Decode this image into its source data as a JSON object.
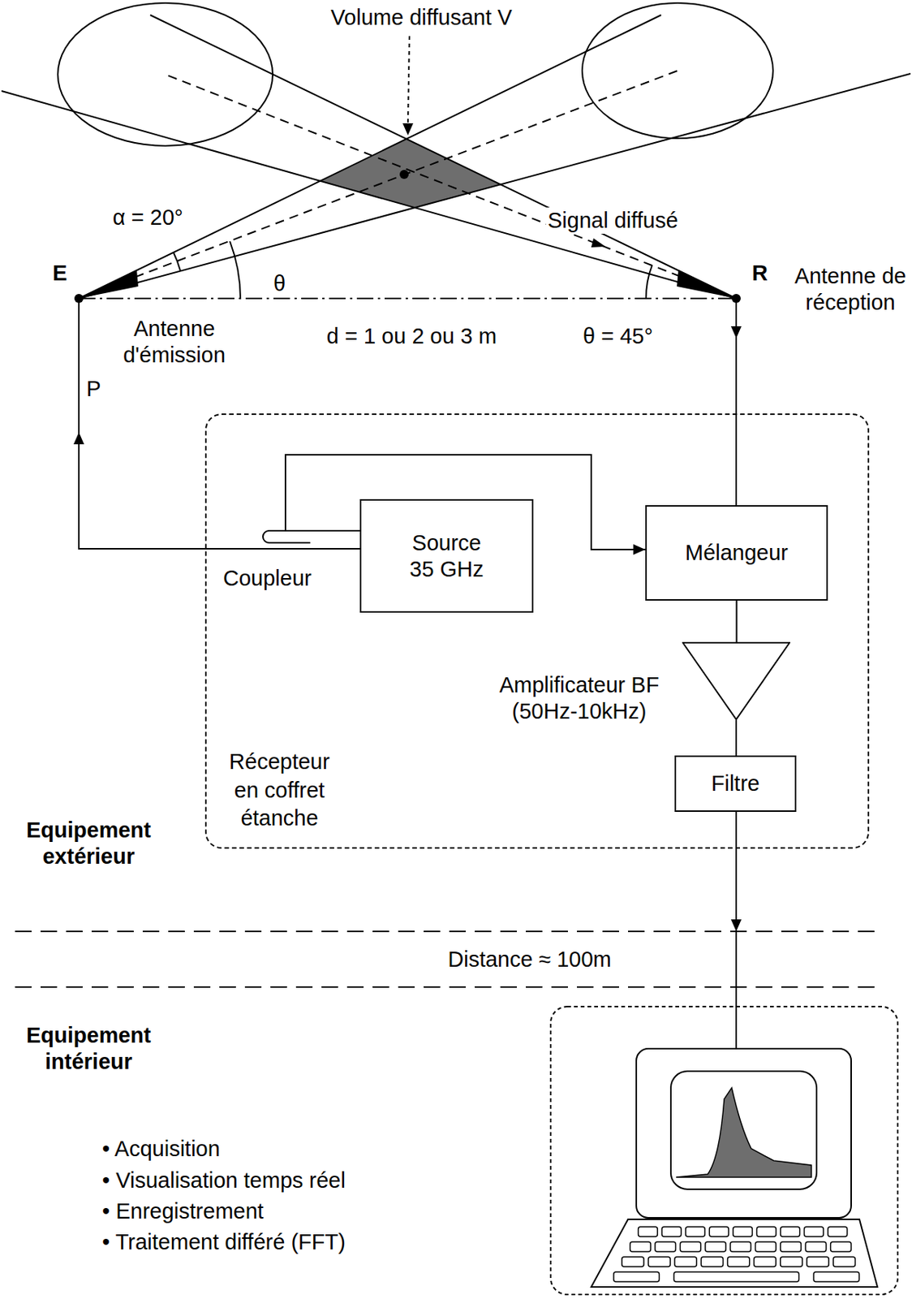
{
  "diagram": {
    "nodes": [
      {
        "text": [
          "Récepteur en coffret étanche"
        ]
      },
      {
        "text": [
          "Source 35 GHz"
        ],
        "in": 0
      },
      {
        "text": [
          "Mélangeur"
        ],
        "in": 0
      },
      {
        "text": [
          "Amplificateur BF (50Hz-10kHz)"
        ],
        "in": 0
      },
      {
        "text": [
          "Filtre"
        ],
        "in": 0
      }
    ],
    "edges": [
      {
        "from": 1,
        "to": 2,
        "arrow": "to"
      },
      {
        "from": 2,
        "to": 3,
        "arrow": "none"
      },
      {
        "from": 3,
        "to": 4,
        "arrow": "none"
      }
    ],
    "labels": [
      "Volume diffusant V",
      "α = 20°",
      "Signal diffusé",
      "E",
      "θ",
      "R",
      "Antenne de réception",
      "Antenne d'émission",
      "d = 1 ou 2 ou 3 m",
      "θ = 45°",
      "P",
      "Coupleur",
      "Equipement extérieur",
      "Distance ≈ 100m",
      "Equipement intérieur",
      "• Acquisition",
      "• Visualisation temps réel",
      "• Enregistrement",
      "• Traitement différé (FFT)"
    ]
  }
}
